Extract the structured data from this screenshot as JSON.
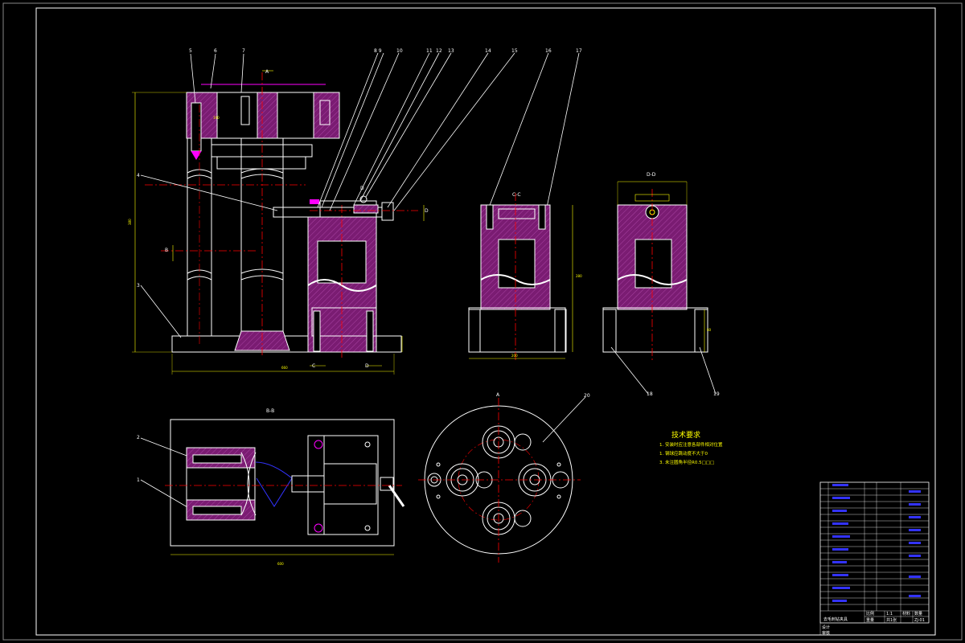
{
  "drawing": {
    "colors": {
      "background": "#000000",
      "outline": "#ffffff",
      "hatch": "#7a1c72",
      "center_line": "#ff0000",
      "dimension": "#ffff00",
      "highlight": "#ff00ff",
      "callout_blue": "#3333ff"
    },
    "callouts": {
      "c5": "5",
      "c6": "6",
      "c7": "7",
      "c89": "8 9",
      "c10": "10",
      "c11": "11",
      "c12": "12",
      "c13": "13",
      "c14": "14",
      "c15": "15",
      "c16": "16",
      "c17": "17",
      "c4": "4",
      "c3": "3",
      "c2": "2",
      "c1": "1",
      "c18": "18",
      "c19": "19",
      "c20": "20"
    },
    "sections": {
      "top_a": "A",
      "cc": "C-C",
      "dd": "D-D",
      "bb": "B-B",
      "a_circle": "A",
      "b_left": "B",
      "d_mark": "D",
      "d_mark2": "D",
      "c_bottom": "C",
      "d_bottom": "D"
    },
    "dimensions": {
      "height_main": "380",
      "width_main": "660",
      "height_cc": "280",
      "width_cc": "200",
      "width_bb": "600",
      "height_dd": "60",
      "top_width": "190"
    },
    "tech_requirements": {
      "title": "技术要求",
      "lines": [
        "1. 安装时应注意各部件相对位置",
        "1. 钢球应跳动度不大于0",
        "3. 未注圆角半径R0.5□□□"
      ]
    },
    "title_block": {
      "drawing_name": "去毛刺钻夹具",
      "scale_label": "比例",
      "scale_value": "1:1",
      "material_label": "材料",
      "qty_label": "数量",
      "sheet": "共1张",
      "weight_label": "重量",
      "drawing_no": "ZJ-01",
      "designer": "设计",
      "checker": "审核"
    }
  }
}
